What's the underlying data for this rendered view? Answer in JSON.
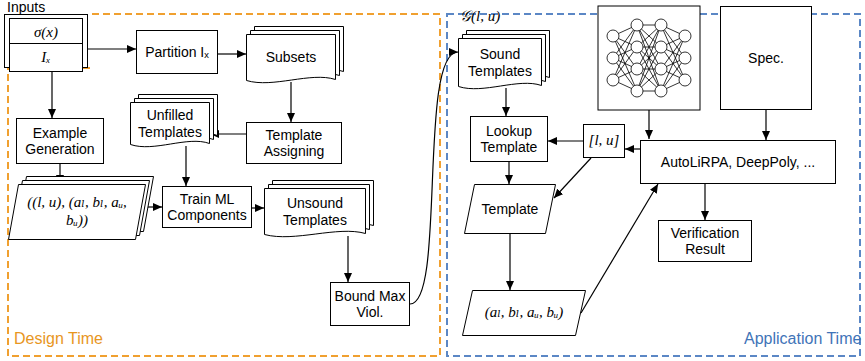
{
  "diagram": {
    "nodes": [
      {
        "text": [
          "Inputs"
        ]
      },
      {
        "text": [
          "σ(x)"
        ],
        "in": 0
      },
      {
        "text": [
          "Iₓ"
        ],
        "in": 0
      },
      {
        "text": [
          "Partition Iₓ"
        ]
      },
      {
        "text": [
          "Subsets"
        ]
      },
      {
        "text": [
          "Example Generation"
        ]
      },
      {
        "text": [
          "Unfilled Templates"
        ]
      },
      {
        "text": [
          "Template Assigning"
        ]
      },
      {
        "text": [
          "((l, u), (aₗ, bₗ, aᵤ, bᵤ))"
        ]
      },
      {
        "text": [
          "Train ML Components"
        ]
      },
      {
        "text": [
          "Unsound Templates"
        ]
      },
      {
        "text": [
          "Bound Max Viol."
        ]
      },
      {
        "text": [
          "𝒢(l, u)",
          "Sound Templates"
        ]
      },
      {
        "text": [
          "Lookup Template"
        ]
      },
      {
        "text": [
          "Template"
        ]
      },
      {
        "text": [
          "(aₗ, bₗ, aᵤ, bᵤ)"
        ]
      },
      {
        "text": [
          "[l, u]"
        ]
      },
      {
        "text": [
          "Spec."
        ]
      },
      {
        "text": [
          "AutoLiRPA, DeepPoly, ..."
        ]
      },
      {
        "text": [
          "Verification Result"
        ]
      }
    ],
    "edges": [
      {
        "from": 0,
        "to": 3,
        "arrow": "to"
      },
      {
        "from": 0,
        "to": 5,
        "arrow": "to"
      },
      {
        "from": 3,
        "to": 4,
        "arrow": "to"
      },
      {
        "from": 4,
        "to": 7,
        "arrow": "to"
      },
      {
        "from": 7,
        "to": 6,
        "arrow": "to"
      },
      {
        "from": 6,
        "to": 9,
        "arrow": "to"
      },
      {
        "from": 5,
        "to": 8,
        "arrow": "to"
      },
      {
        "from": 8,
        "to": 9,
        "arrow": "to"
      },
      {
        "from": 9,
        "to": 10,
        "arrow": "to"
      },
      {
        "from": 10,
        "to": 11,
        "arrow": "to"
      },
      {
        "from": 11,
        "to": 12,
        "arrow": "to"
      },
      {
        "from": 12,
        "to": 13,
        "arrow": "to"
      },
      {
        "from": 13,
        "to": 14,
        "arrow": "to"
      },
      {
        "from": 14,
        "to": 15,
        "arrow": "to"
      },
      {
        "from": 15,
        "to": 18,
        "arrow": "to"
      },
      {
        "from": 17,
        "to": 18,
        "arrow": "to"
      },
      {
        "from": 18,
        "to": 16,
        "arrow": "to"
      },
      {
        "from": 16,
        "to": 13,
        "arrow": "to"
      },
      {
        "from": 16,
        "to": 14,
        "arrow": "to"
      },
      {
        "from": 18,
        "to": 19,
        "arrow": "to"
      }
    ],
    "labels": [
      "Design Time",
      "Application Time"
    ]
  }
}
